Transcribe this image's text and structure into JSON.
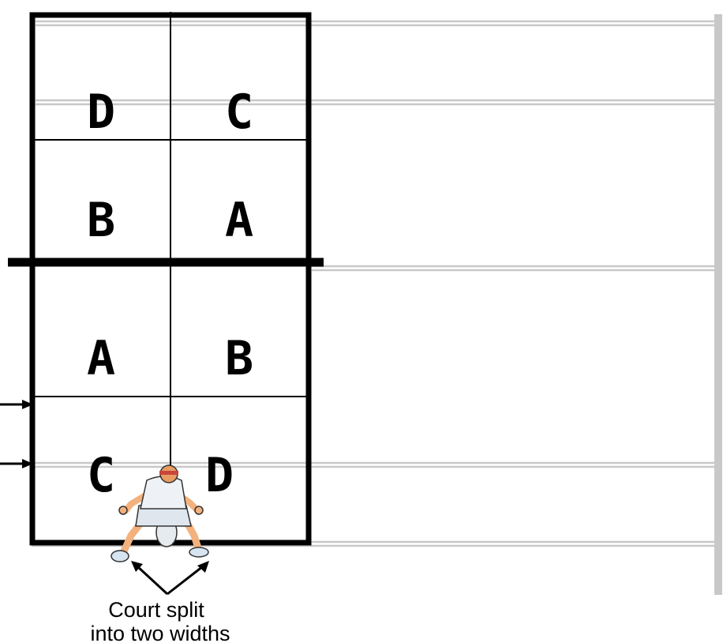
{
  "colors": {
    "court_line": "#000000",
    "guide_line": "#c8c8c8",
    "player_skin": "#f3b17d",
    "player_shirt": "#eef2f6",
    "player_shorts": "#dfe6ee",
    "player_headband": "#c8463a",
    "player_shoes": "#d6e4f0"
  },
  "zones": {
    "far_top_left": "D",
    "far_top_right": "C",
    "far_mid_left": "B",
    "far_mid_right": "A",
    "near_mid_left": "A",
    "near_mid_right": "B",
    "near_bottom_left": "C",
    "near_bottom_right": "D"
  },
  "caption": {
    "line1": "Court split",
    "line2": "into two widths"
  },
  "icons": {
    "player": "tennis-player-icon",
    "arrow": "arrow-icon"
  }
}
